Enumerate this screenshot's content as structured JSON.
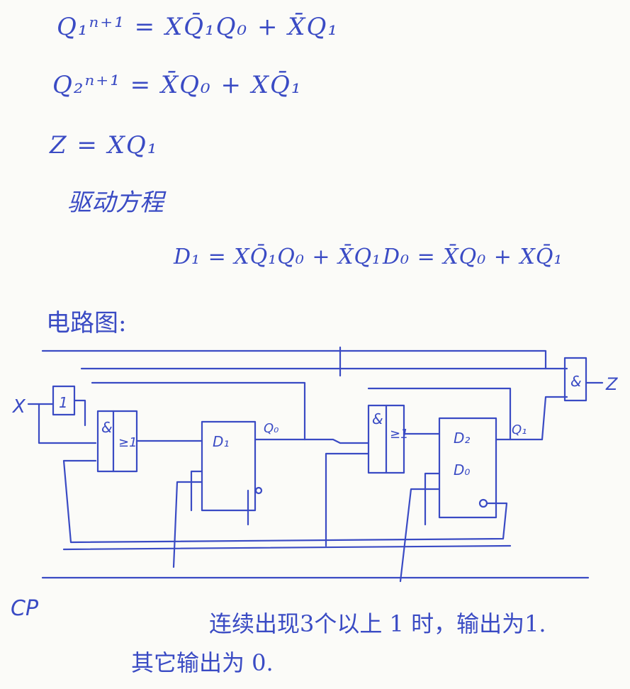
{
  "equations": {
    "q1_next": "Q₁ⁿ⁺¹ = XQ̄₁Q₀ + X̄Q₁",
    "q2_next": "Q₂ⁿ⁺¹ = X̄Q₀ + XQ̄₁",
    "z": "Z = XQ₁",
    "drive_heading": "驱动方程",
    "d1": "D₁ = XQ̄₁Q₀ + X̄Q₁",
    "d0": "D₀ = X̄Q₀ + XQ̄₁"
  },
  "circuit_label": "电路图:",
  "circuit": {
    "input_x": "X",
    "inverter": "1",
    "and_gate": "&",
    "or_gate": "≥1",
    "ff_a": "D₁",
    "ff_b": "D₂",
    "ff_b2": "D₀",
    "out_q0": "Q₀",
    "out_q1": "Q₁",
    "output_z": "Z",
    "clock": "CP"
  },
  "notes": {
    "line1": "连续出现3个以上 1 时，输出为1.",
    "line2": "其它输出为 0."
  }
}
